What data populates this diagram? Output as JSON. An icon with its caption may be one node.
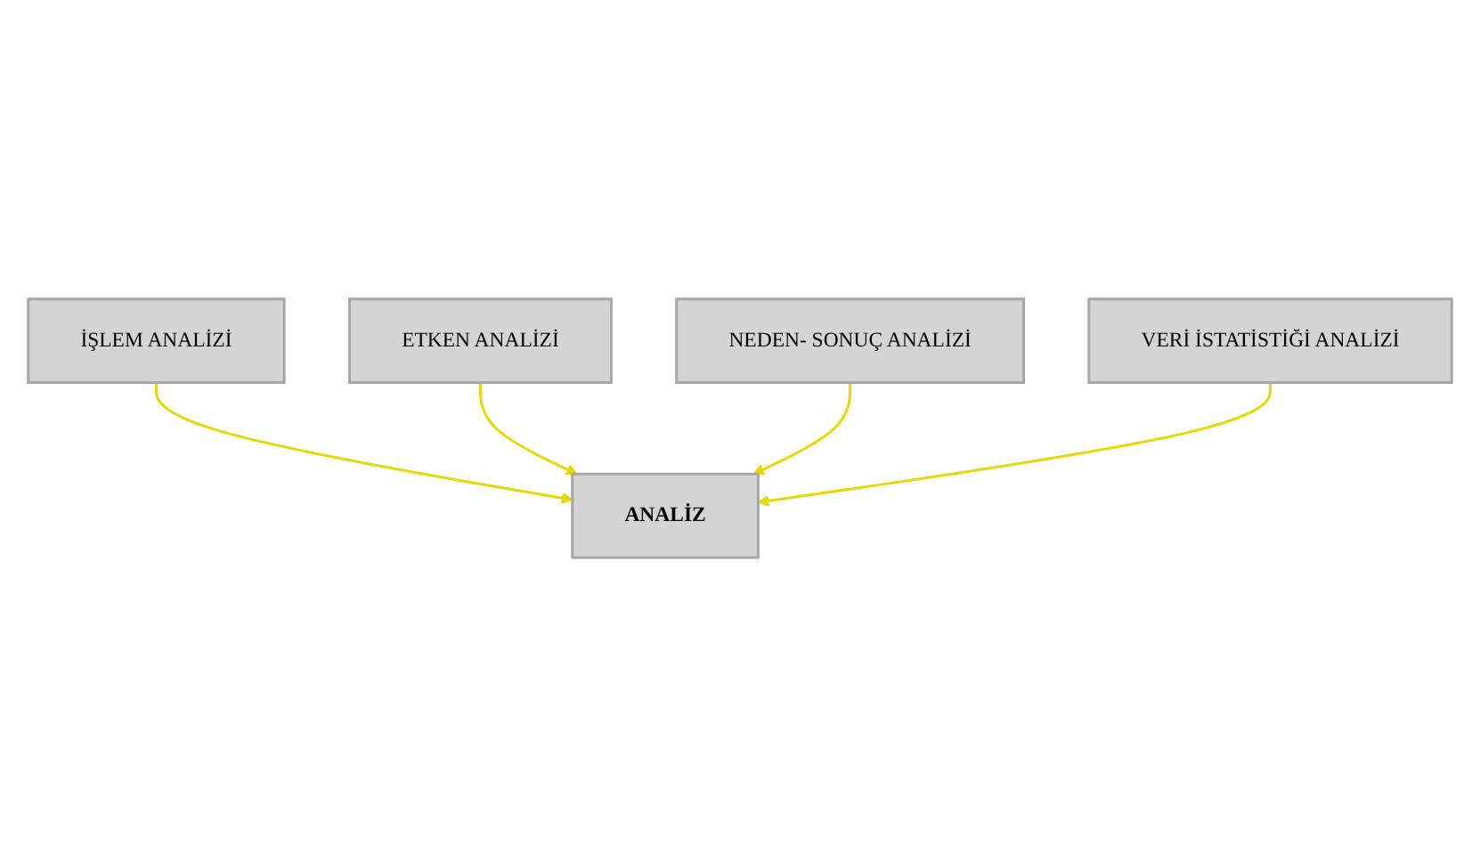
{
  "diagram": {
    "nodes": [
      {
        "text": [
          "İŞLEM ANALİZİ"
        ]
      },
      {
        "text": [
          "ETKEN ANALİZİ"
        ]
      },
      {
        "text": [
          "ANALİZ"
        ]
      },
      {
        "text": [
          "NEDEN- SONUÇ ANALİZİ"
        ]
      },
      {
        "text": [
          "VERİ İSTATİSTİĞİ ANALİZİ"
        ]
      }
    ],
    "edges": [
      {
        "from": 0,
        "to": 2,
        "arrow": "to"
      },
      {
        "from": 1,
        "to": 2,
        "arrow": "to"
      },
      {
        "from": 3,
        "to": 2,
        "arrow": "to"
      },
      {
        "from": 4,
        "to": 2,
        "arrow": "to"
      }
    ]
  }
}
